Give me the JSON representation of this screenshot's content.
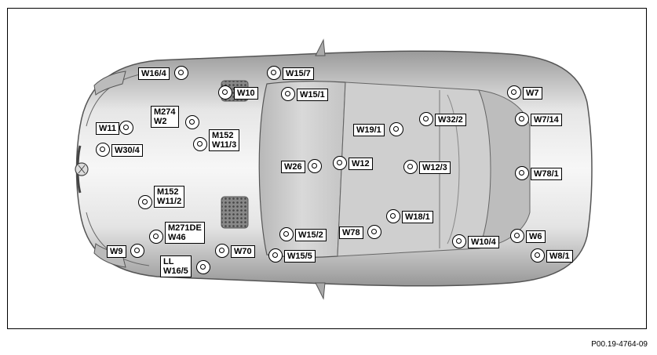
{
  "reference_code": "P00.19-4764-09",
  "callouts": [
    {
      "id": "w16-4",
      "lines": [
        "W16/4"
      ],
      "side": "left"
    },
    {
      "id": "w15-7",
      "lines": [
        "W15/7"
      ],
      "side": "right"
    },
    {
      "id": "w10",
      "lines": [
        "W10"
      ],
      "side": "right"
    },
    {
      "id": "w15-1",
      "lines": [
        "W15/1"
      ],
      "side": "right"
    },
    {
      "id": "w7",
      "lines": [
        "W7"
      ],
      "side": "right"
    },
    {
      "id": "m274-w2",
      "lines": [
        "M274",
        "W2"
      ],
      "side": "left"
    },
    {
      "id": "w32-2",
      "lines": [
        "W32/2"
      ],
      "side": "right"
    },
    {
      "id": "w7-14",
      "lines": [
        "W7/14"
      ],
      "side": "right"
    },
    {
      "id": "w11",
      "lines": [
        "W11"
      ],
      "side": "left"
    },
    {
      "id": "m152-w11-3",
      "lines": [
        "M152",
        "W11/3"
      ],
      "side": "right"
    },
    {
      "id": "w19-1",
      "lines": [
        "W19/1"
      ],
      "side": "left"
    },
    {
      "id": "w30-4",
      "lines": [
        "W30/4"
      ],
      "side": "right"
    },
    {
      "id": "w26",
      "lines": [
        "W26"
      ],
      "side": "left"
    },
    {
      "id": "w12",
      "lines": [
        "W12"
      ],
      "side": "right"
    },
    {
      "id": "w12-3",
      "lines": [
        "W12/3"
      ],
      "side": "right"
    },
    {
      "id": "w78-1",
      "lines": [
        "W78/1"
      ],
      "side": "right"
    },
    {
      "id": "m152-w11-2",
      "lines": [
        "M152",
        "W11/2"
      ],
      "side": "right"
    },
    {
      "id": "w18-1",
      "lines": [
        "W18/1"
      ],
      "side": "right"
    },
    {
      "id": "m271de-w46",
      "lines": [
        "M271DE",
        "W46"
      ],
      "side": "right"
    },
    {
      "id": "w78",
      "lines": [
        "W78"
      ],
      "side": "left"
    },
    {
      "id": "w15-2",
      "lines": [
        "W15/2"
      ],
      "side": "right"
    },
    {
      "id": "w10-4",
      "lines": [
        "W10/4"
      ],
      "side": "right"
    },
    {
      "id": "w6",
      "lines": [
        "W6"
      ],
      "side": "right"
    },
    {
      "id": "w9",
      "lines": [
        "W9"
      ],
      "side": "left"
    },
    {
      "id": "w70",
      "lines": [
        "W70"
      ],
      "side": "right"
    },
    {
      "id": "w15-5",
      "lines": [
        "W15/5"
      ],
      "side": "right"
    },
    {
      "id": "w8-1",
      "lines": [
        "W8/1"
      ],
      "side": "right"
    },
    {
      "id": "ll-w16-5",
      "lines": [
        "LL",
        "W16/5"
      ],
      "side": "left"
    }
  ]
}
